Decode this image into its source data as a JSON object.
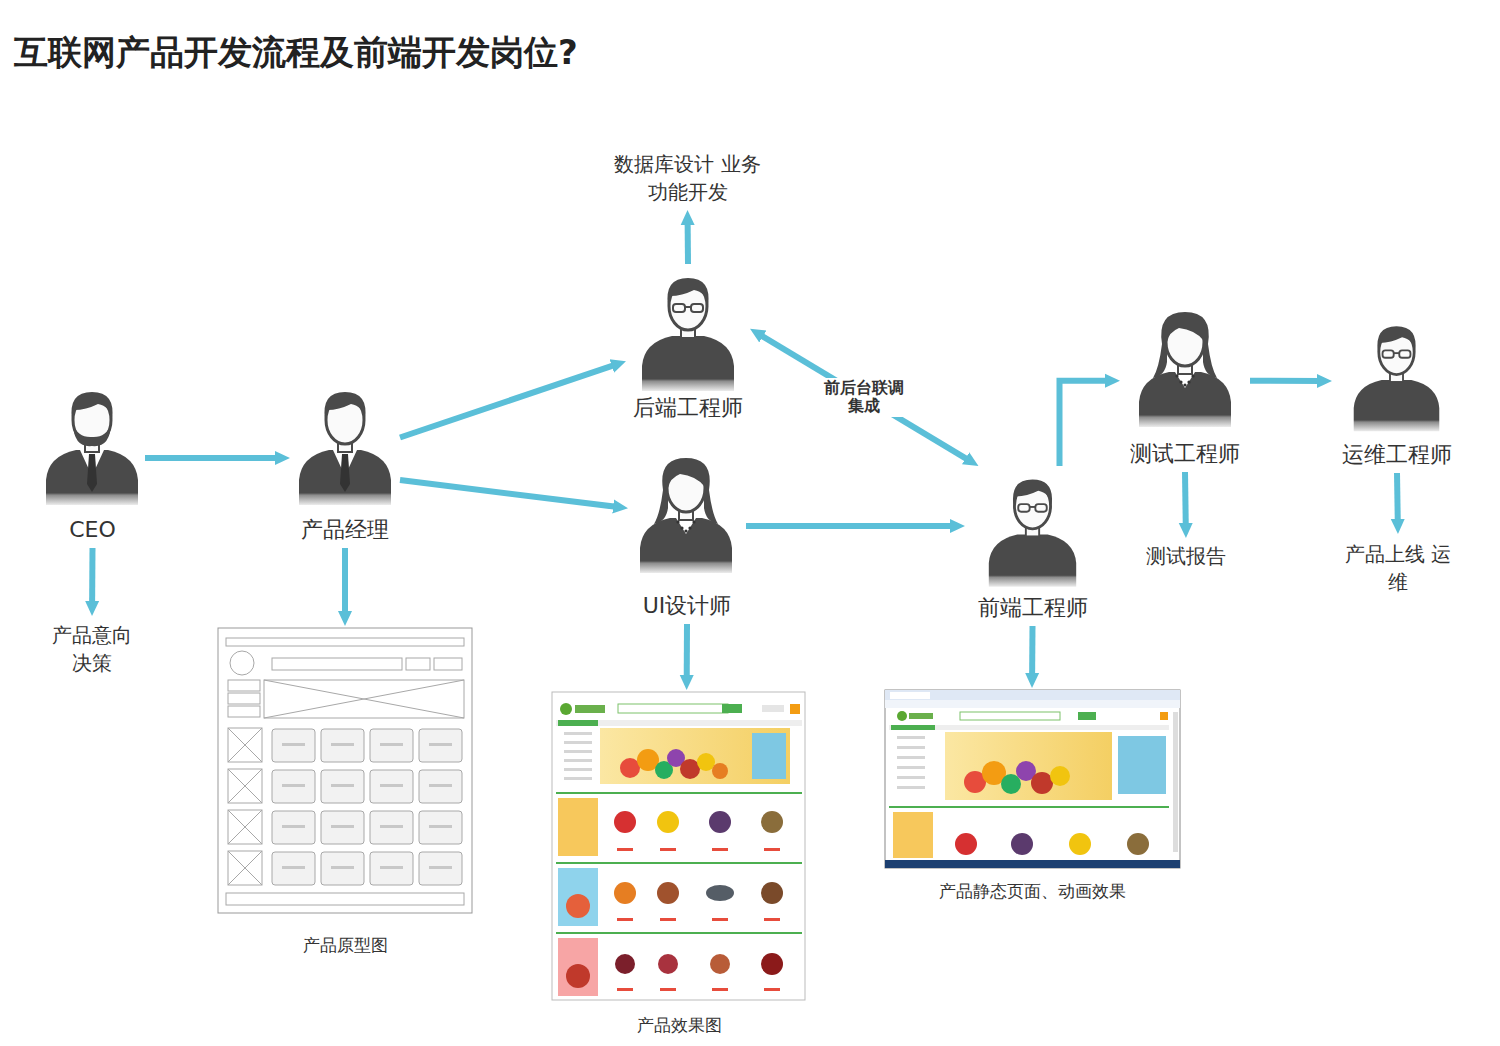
{
  "diagram": {
    "title": "互联网产品开发流程及前端开发岗位?",
    "nodes": [
      {
        "text": [
          "CEO"
        ]
      },
      {
        "text": [
          "产品意向 决策"
        ]
      },
      {
        "text": [
          "产品经理"
        ]
      },
      {
        "text": [
          "产品原型图"
        ]
      },
      {
        "text": [
          "后端工程师"
        ]
      },
      {
        "text": [
          "数据库设计 业务功能开发"
        ]
      },
      {
        "text": [
          "UI设计师"
        ]
      },
      {
        "text": [
          "产品效果图"
        ]
      },
      {
        "text": [
          "前端工程师"
        ]
      },
      {
        "text": [
          "产品静态页面、动画效果"
        ]
      },
      {
        "text": [
          "测试工程师"
        ]
      },
      {
        "text": [
          "测试报告"
        ]
      },
      {
        "text": [
          "运维工程师"
        ]
      },
      {
        "text": [
          "产品上线 运维"
        ]
      }
    ],
    "edges": [
      {
        "from": 0,
        "to": 1,
        "arrow": "to"
      },
      {
        "from": 0,
        "to": 2,
        "arrow": "to"
      },
      {
        "from": 2,
        "to": 3,
        "arrow": "to"
      },
      {
        "from": 2,
        "to": 4,
        "arrow": "to"
      },
      {
        "from": 2,
        "to": 6,
        "arrow": "to"
      },
      {
        "from": 4,
        "to": 5,
        "arrow": "to"
      },
      {
        "from": 6,
        "to": 7,
        "arrow": "to"
      },
      {
        "from": 6,
        "to": 8,
        "arrow": "to"
      },
      {
        "from": 8,
        "to": 9,
        "arrow": "to"
      },
      {
        "from": 4,
        "to": 8,
        "label": "前后台联调 集成",
        "arrow": "both"
      },
      {
        "from": 8,
        "to": 10,
        "arrow": "to"
      },
      {
        "from": 10,
        "to": 12,
        "arrow": "to"
      },
      {
        "from": 10,
        "to": 11,
        "arrow": "to"
      },
      {
        "from": 12,
        "to": 13,
        "arrow": "to"
      }
    ]
  }
}
